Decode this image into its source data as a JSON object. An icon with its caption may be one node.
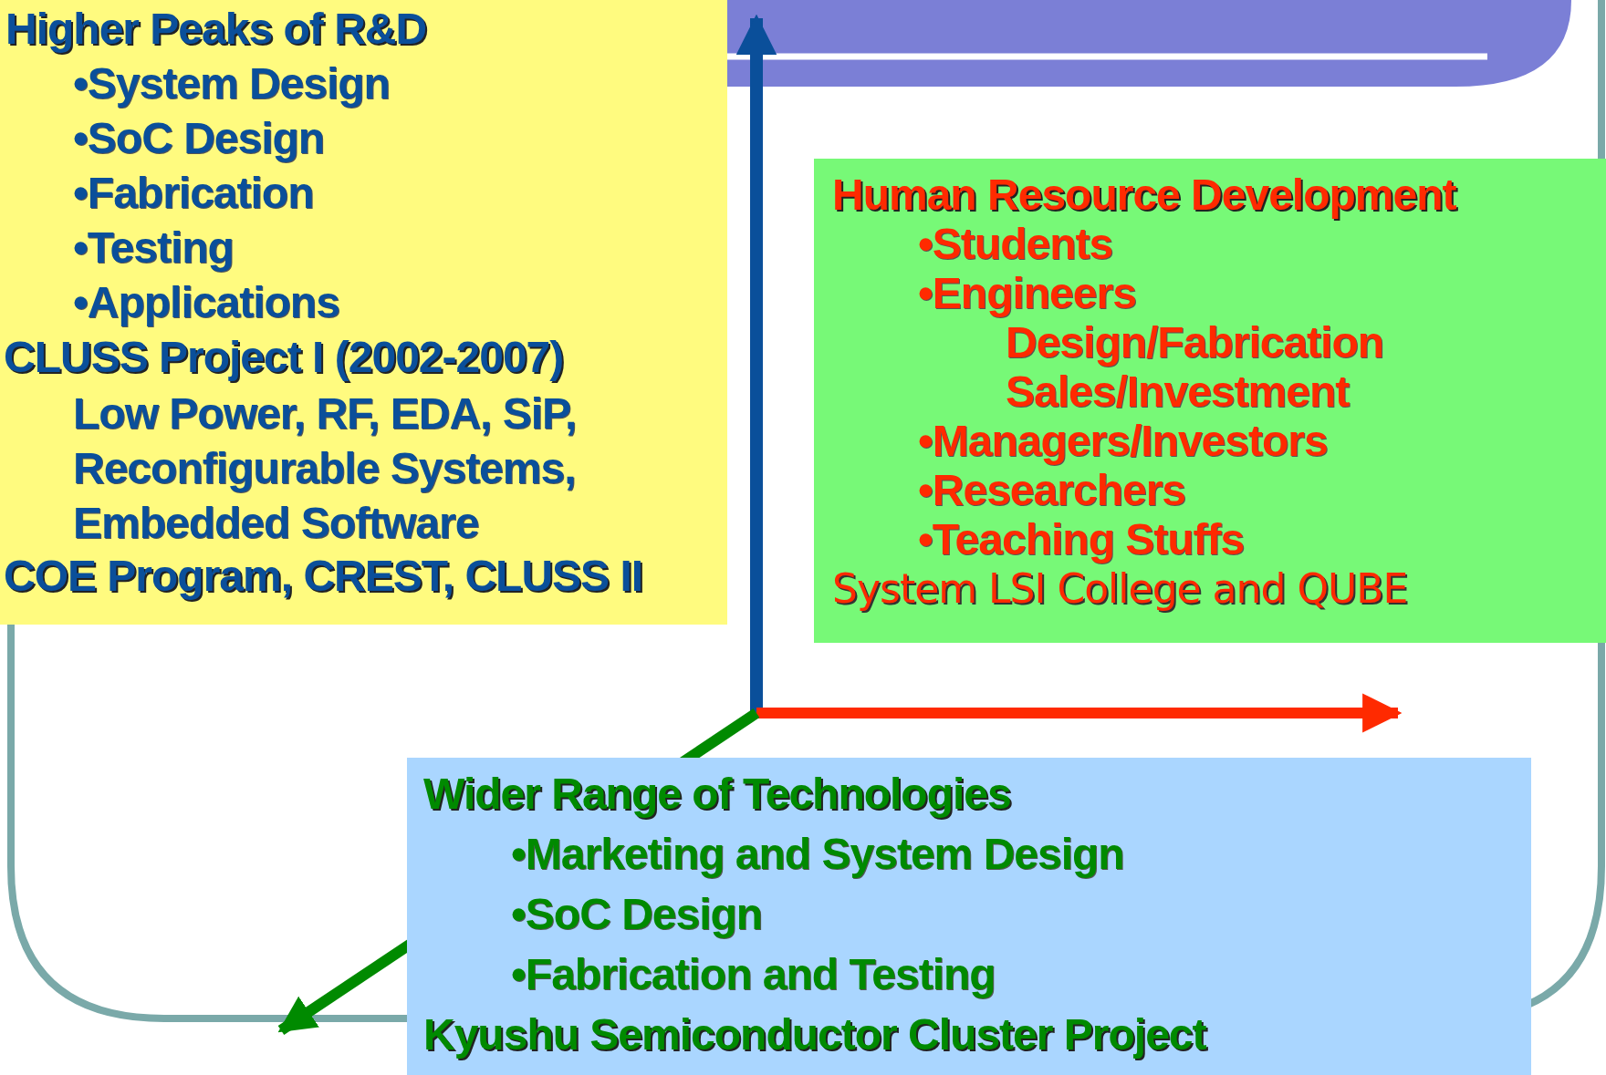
{
  "diagram": {
    "nodes": [
      {
        "text": [
          "Higher Peaks of R&D",
          "•System Design",
          "•SoC Design",
          "•Fabrication",
          "•Testing",
          "•Applications",
          "CLUSS Project I (2002-2007)",
          "Low Power, RF, EDA, SiP, Reconfigurable Systems, Embedded Software",
          "COE Program, CREST, CLUSS II"
        ]
      },
      {
        "text": [
          "Human Resource Development",
          "•Students",
          "•Engineers",
          "Design/Fabrication",
          "Sales/Investment",
          "•Managers/Investors",
          "•Researchers",
          "•Teaching Stuffs",
          "System LSI College and QUBE"
        ]
      },
      {
        "text": [
          "Wider Range of Technologies",
          "•Marketing and System Design",
          "•SoC Design",
          "•Fabrication and Testing",
          "Kyushu Semiconductor Cluster Project"
        ]
      }
    ]
  }
}
